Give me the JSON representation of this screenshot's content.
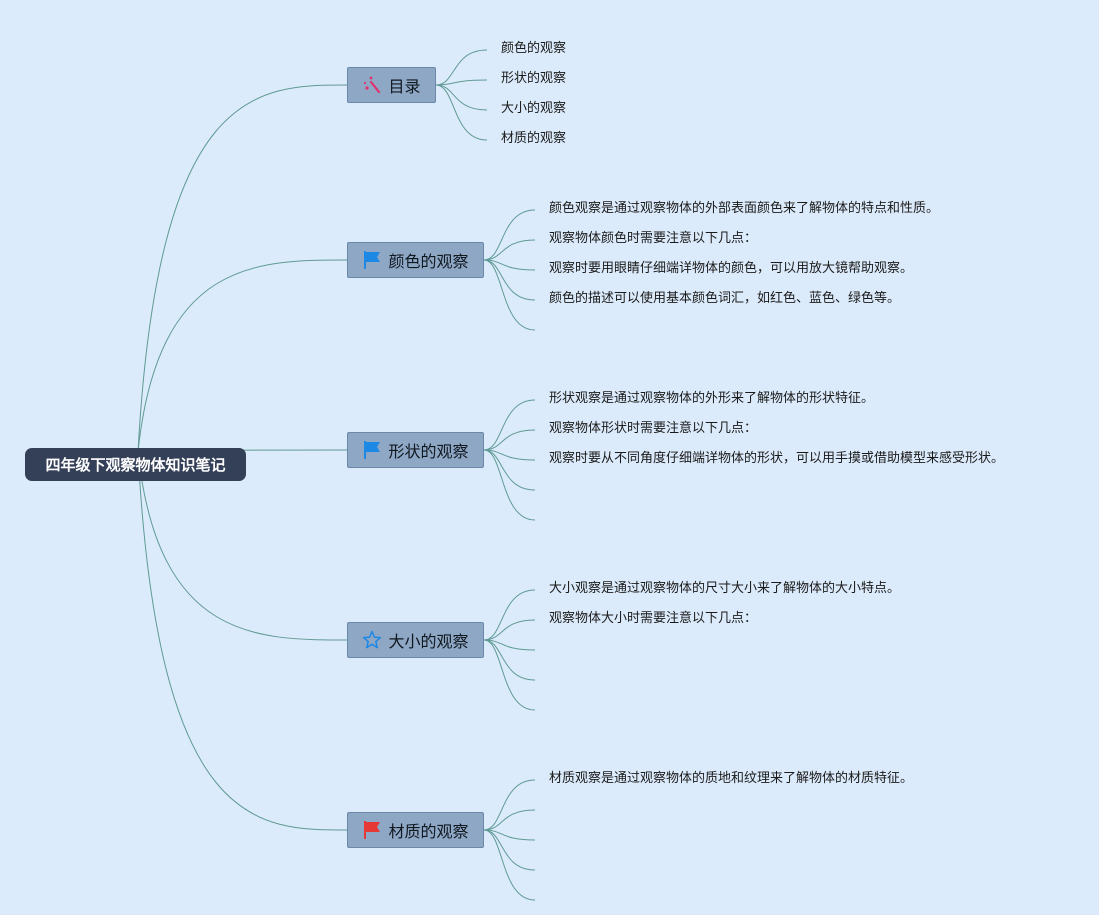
{
  "root": {
    "label": "四年级下观察物体知识笔记"
  },
  "branches": [
    {
      "label": "目录",
      "icon": "wand-icon",
      "leaves": [
        "颜色的观察",
        "形状的观察",
        "大小的观察",
        "材质的观察"
      ]
    },
    {
      "label": "颜色的观察",
      "icon": "blue-flag-icon",
      "leaves": [
        "颜色观察是通过观察物体的外部表面颜色来了解物体的特点和性质。",
        "观察物体颜色时需要注意以下几点：",
        "观察时要用眼睛仔细端详物体的颜色，可以用放大镜帮助观察。",
        "颜色的描述可以使用基本颜色词汇，如红色、蓝色、绿色等。",
        ""
      ]
    },
    {
      "label": "形状的观察",
      "icon": "blue-flag-icon",
      "leaves": [
        "形状观察是通过观察物体的外形来了解物体的形状特征。",
        "观察物体形状时需要注意以下几点：",
        "观察时要从不同角度仔细端详物体的形状，可以用手摸或借助模型来感受形状。",
        "",
        ""
      ]
    },
    {
      "label": "大小的观察",
      "icon": "star-icon",
      "leaves": [
        "大小观察是通过观察物体的尺寸大小来了解物体的大小特点。",
        "观察物体大小时需要注意以下几点：",
        "",
        "",
        ""
      ]
    },
    {
      "label": "材质的观察",
      "icon": "red-flag-icon",
      "leaves": [
        "材质观察是通过观察物体的质地和纹理来了解物体的材质特征。",
        "",
        "",
        "",
        ""
      ]
    }
  ],
  "colors": {
    "background": "#dcebfb",
    "root_fill": "#343f58",
    "branch_fill": "#8ea7c5",
    "connector": "#5f9a94",
    "blue_flag": "#1e88e5",
    "red_flag": "#e53935",
    "wand": "#e0316e"
  }
}
